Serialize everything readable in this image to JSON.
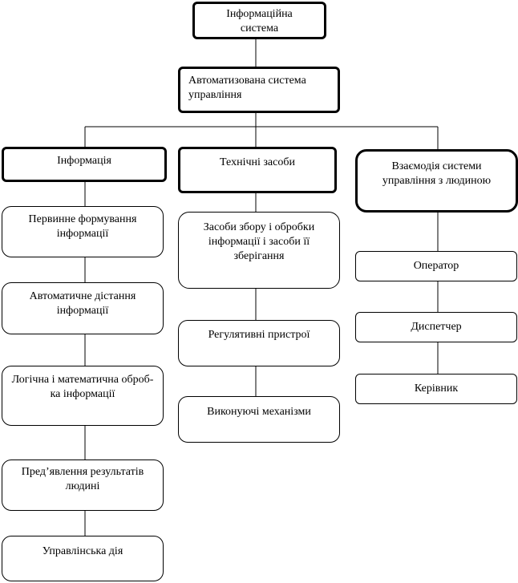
{
  "nodes": {
    "root": "Інформаційна\nсистема",
    "asu": "Автоматизована система управління",
    "info": "Інформація",
    "tech": "Технічні засоби",
    "human": "Взаємодія системи управління з людиною",
    "info_1": "Первинне формування інформації",
    "info_2": "Автоматичне дістання інформації",
    "info_3": "Логічна і математична оброб-ка інформації",
    "info_4": "Пред’явлення результатів людині",
    "info_5": "Управлінська дія",
    "tech_1": "Засоби збору і обробки інформації і засоби її зберігання",
    "tech_2": "Регулятивні пристрої",
    "tech_3": "Виконуючі механізми",
    "human_1": "Оператор",
    "human_2": "Диспетчер",
    "human_3": "Керівник"
  }
}
